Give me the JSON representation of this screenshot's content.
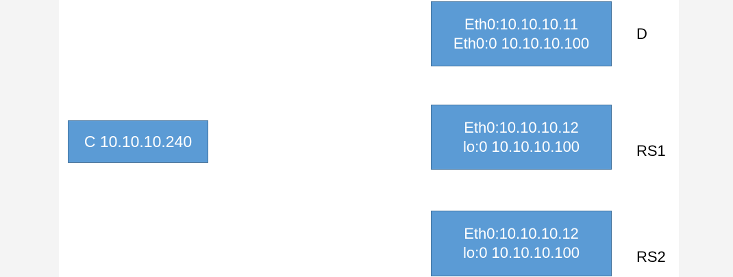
{
  "client": {
    "label": "C 10.10.10.240"
  },
  "director": {
    "role": "D",
    "lines": [
      "Eth0:10.10.10.11",
      "Eth0:0 10.10.10.100"
    ]
  },
  "real_server_1": {
    "role": "RS1",
    "lines": [
      "Eth0:10.10.10.12",
      "lo:0 10.10.10.100"
    ]
  },
  "real_server_2": {
    "role": "RS2",
    "lines": [
      "Eth0:10.10.10.12",
      "lo:0 10.10.10.100"
    ]
  },
  "colors": {
    "node_fill": "#5b9bd5",
    "node_border": "#41719c",
    "node_text": "#ffffff",
    "label_text": "#000000",
    "page_background": "#f4f4f4",
    "canvas_background": "#ffffff"
  }
}
